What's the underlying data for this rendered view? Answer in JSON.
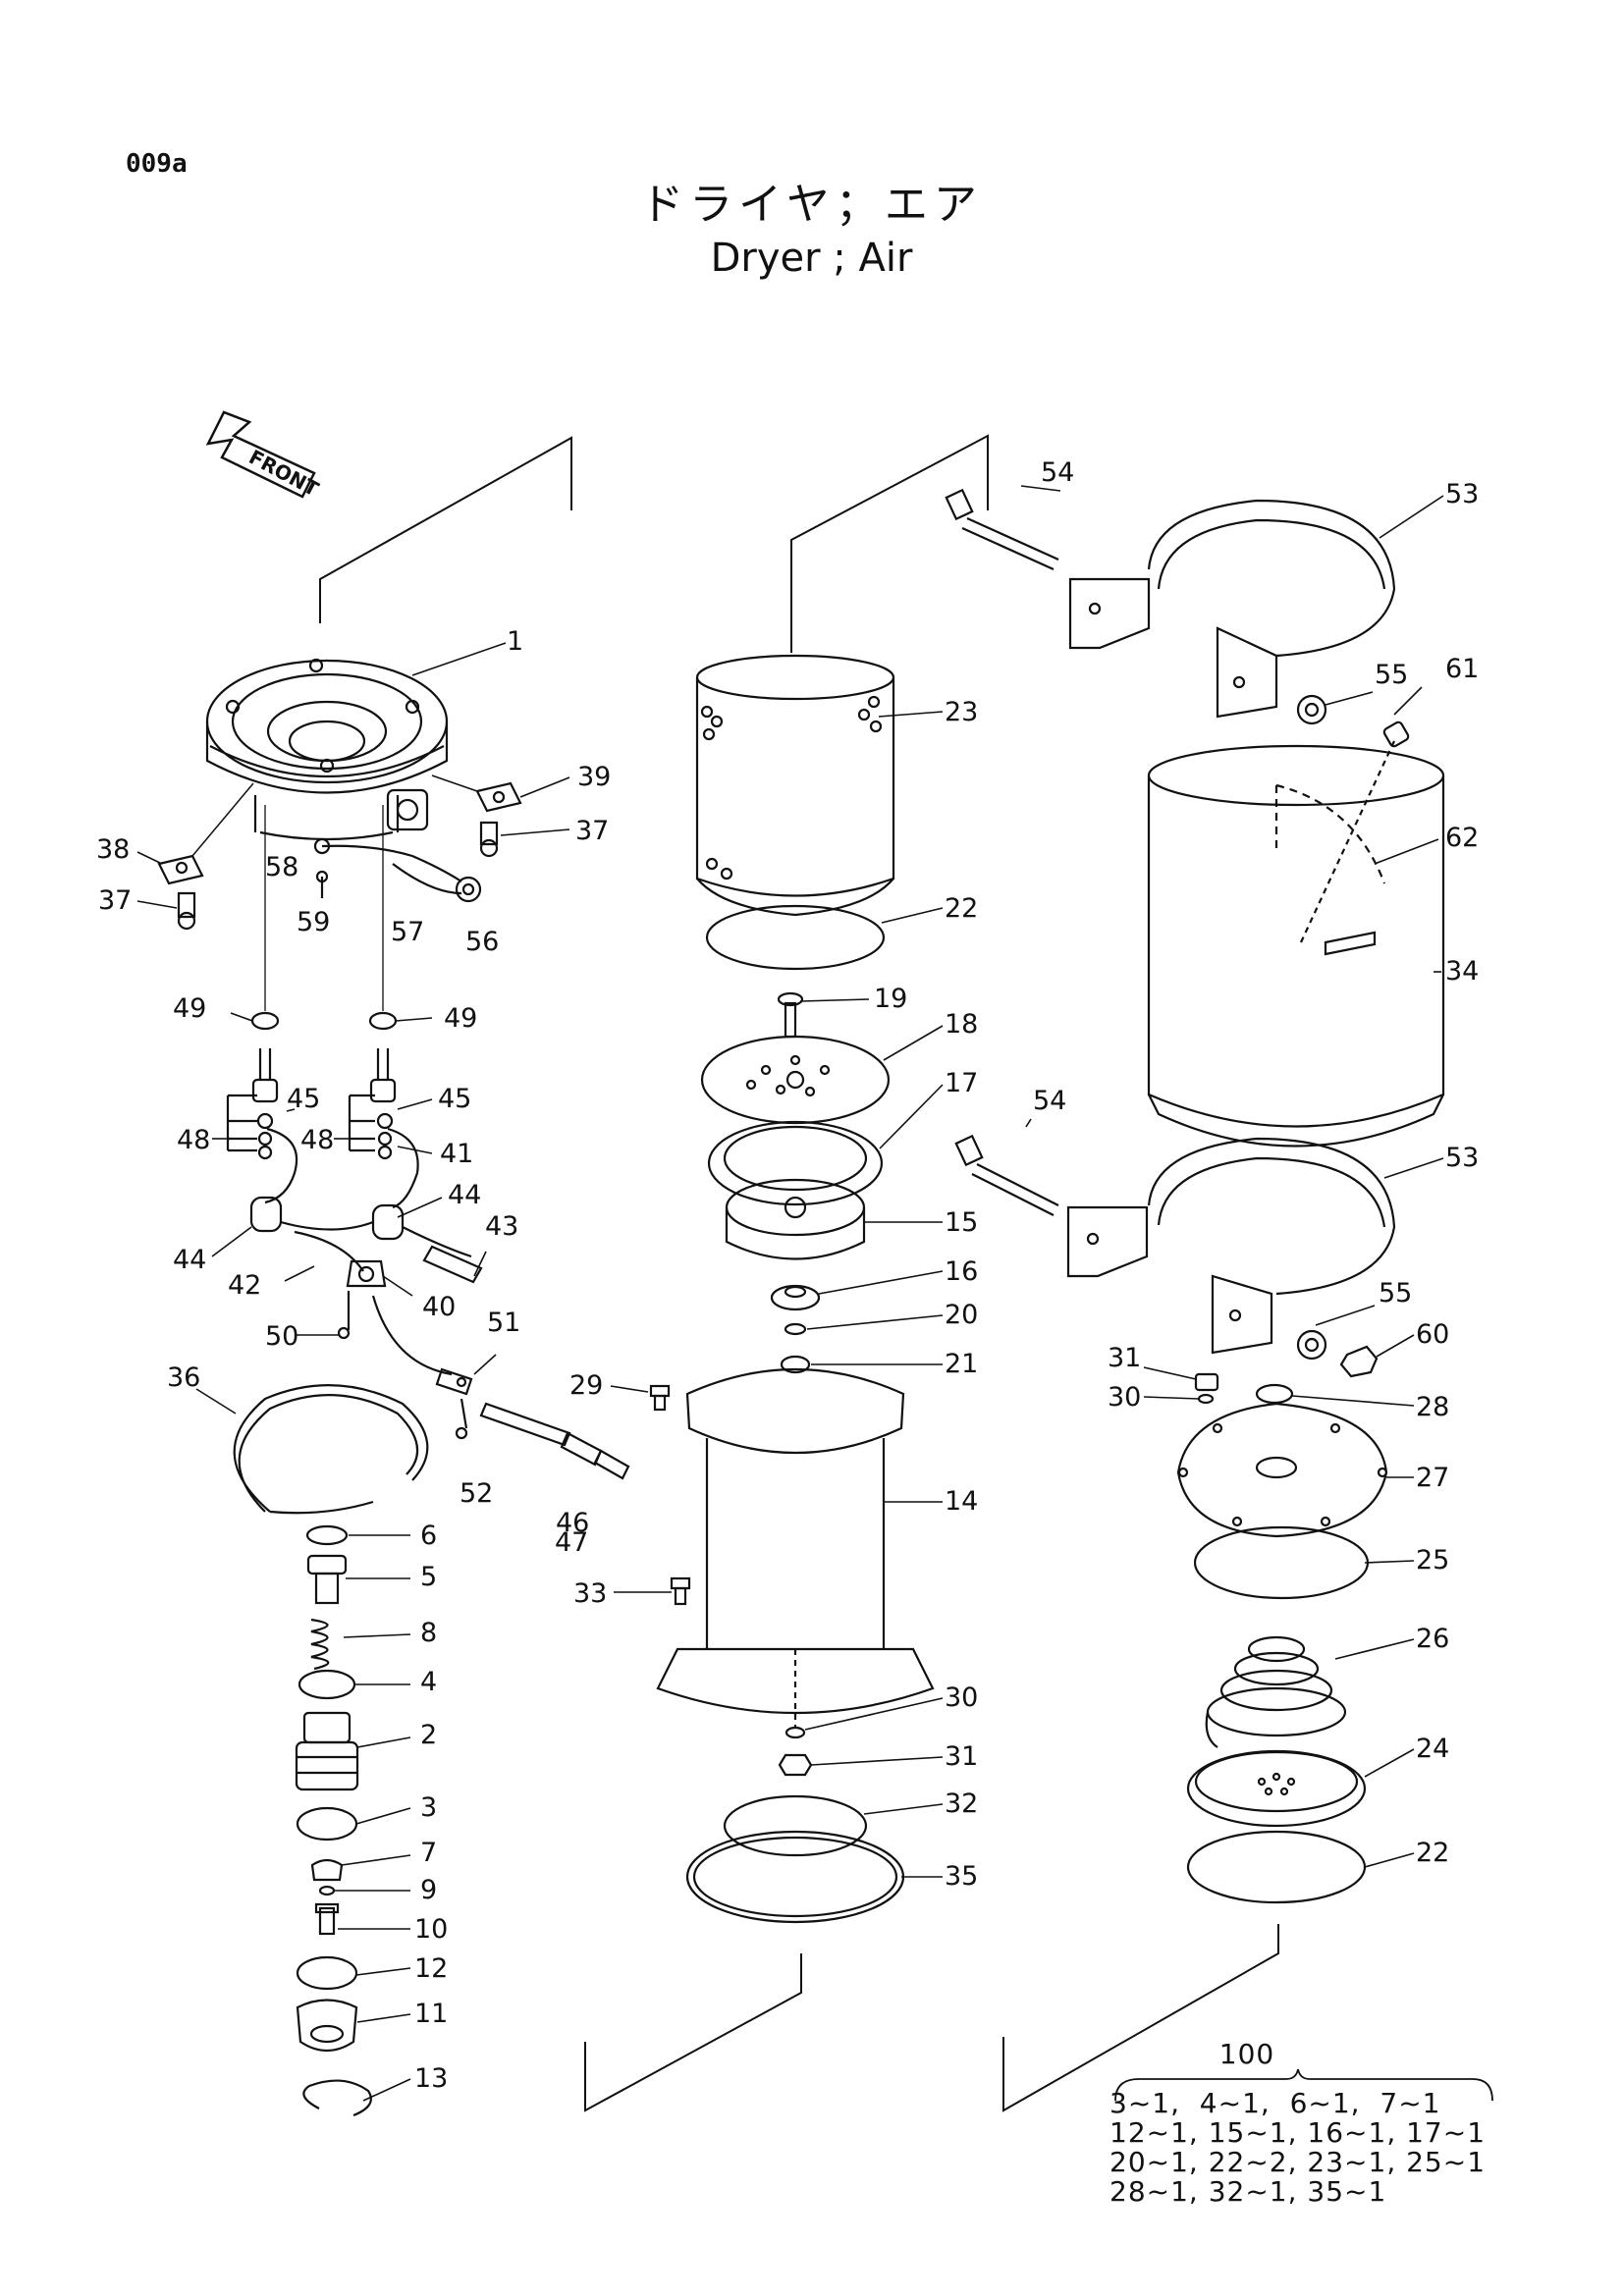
{
  "page_code": "009a",
  "title_jp": "ドライヤ；エア",
  "title_en": "Dryer ; Air",
  "front_label": "FRONT",
  "callouts": {
    "c1": "1",
    "c2": "2",
    "c3": "3",
    "c4": "4",
    "c5": "5",
    "c6": "6",
    "c7": "7",
    "c8": "8",
    "c9": "9",
    "c10": "10",
    "c11": "11",
    "c12": "12",
    "c13": "13",
    "c14": "14",
    "c15": "15",
    "c16": "16",
    "c17": "17",
    "c18": "18",
    "c19": "19",
    "c20": "20",
    "c21": "21",
    "c22a": "22",
    "c22b": "22",
    "c23": "23",
    "c24": "24",
    "c25": "25",
    "c26": "26",
    "c27": "27",
    "c28": "28",
    "c29": "29",
    "c30a": "30",
    "c30b": "30",
    "c31a": "31",
    "c31b": "31",
    "c32": "32",
    "c33": "33",
    "c34": "34",
    "c35": "35",
    "c36": "36",
    "c37a": "37",
    "c37b": "37",
    "c38": "38",
    "c39": "39",
    "c40": "40",
    "c41": "41",
    "c42": "42",
    "c43": "43",
    "c44a": "44",
    "c44b": "44",
    "c45a": "45",
    "c45b": "45",
    "c46": "46",
    "c47": "47",
    "c48a": "48",
    "c48b": "48",
    "c49a": "49",
    "c49b": "49",
    "c50": "50",
    "c51": "51",
    "c52": "52",
    "c53a": "53",
    "c53b": "53",
    "c54a": "54",
    "c54b": "54",
    "c55a": "55",
    "c55b": "55",
    "c56": "56",
    "c57": "57",
    "c58": "58",
    "c59": "59",
    "c60": "60",
    "c61": "61",
    "c62": "62"
  },
  "kit": {
    "number": "100",
    "lines": [
      "3~1,  4~1,  6~1,  7~1",
      "12~1, 15~1, 16~1, 17~1",
      "20~1, 22~2, 23~1, 25~1",
      "28~1, 32~1, 35~1"
    ]
  }
}
